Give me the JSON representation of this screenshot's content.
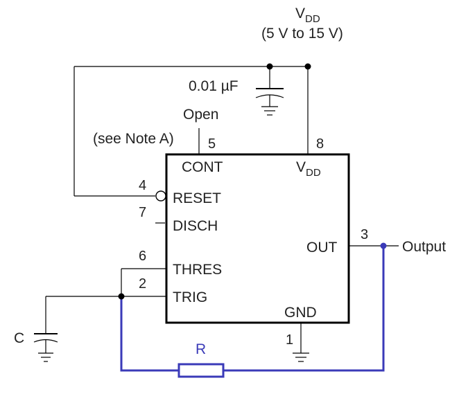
{
  "supply": {
    "name": "V",
    "name_sub": "DD",
    "range": "(5 V to 15 V)"
  },
  "capacitor_top": {
    "value": "0.01 µF"
  },
  "cont_pin": {
    "state": "Open",
    "note": "(see Note A)"
  },
  "ic": {
    "pins": {
      "cont": {
        "number": "5",
        "label": "CONT"
      },
      "vdd": {
        "number": "8",
        "label": "V",
        "label_sub": "DD"
      },
      "reset": {
        "number": "4",
        "label": "RESET"
      },
      "disch": {
        "number": "7",
        "label": "DISCH"
      },
      "thres": {
        "number": "6",
        "label": "THRES"
      },
      "trig": {
        "number": "2",
        "label": "TRIG"
      },
      "out": {
        "number": "3",
        "label": "OUT"
      },
      "gnd": {
        "number": "1",
        "label": "GND"
      }
    }
  },
  "output": {
    "label": "Output"
  },
  "timing_capacitor": {
    "label": "C"
  },
  "timing_resistor": {
    "label": "R"
  },
  "colors": {
    "wire": "#000000",
    "feedback_wire": "#3a3ab8",
    "text": "#222222"
  }
}
